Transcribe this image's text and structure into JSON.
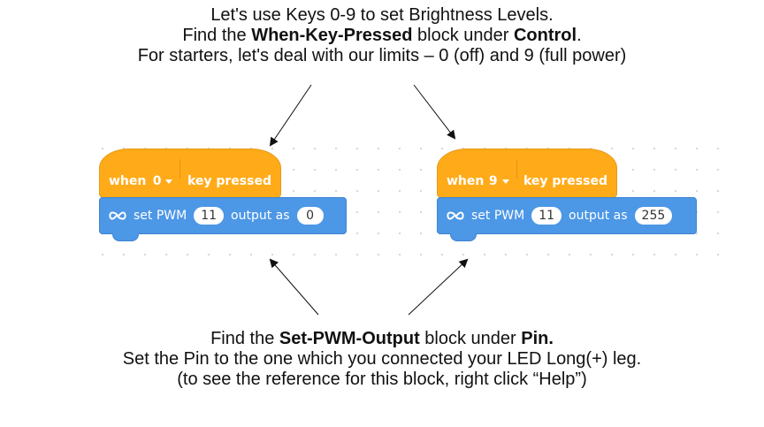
{
  "top_caption": {
    "line1": "Let's use Keys 0-9 to set Brightness Levels.",
    "line2_pre": "Find the ",
    "line2_bold1": "When-Key-Pressed",
    "line2_mid": " block under ",
    "line2_bold2": "Control",
    "line2_end": ".",
    "line3": "For starters, let's deal with our limits – 0 (off) and 9 (full power)"
  },
  "blocks": [
    {
      "when": "when",
      "key": "0",
      "key_pressed": "key pressed",
      "set_pwm": "set PWM",
      "pin": "11",
      "output_as": "output as",
      "value": "0"
    },
    {
      "when": "when",
      "key": "9",
      "key_pressed": "key pressed",
      "set_pwm": "set PWM",
      "pin": "11",
      "output_as": "output as",
      "value": "255"
    }
  ],
  "bottom_caption": {
    "line1_pre": "Find the ",
    "line1_bold1": "Set-PWM-Output",
    "line1_mid": " block under ",
    "line1_bold2": "Pin.",
    "line2": "Set the Pin to the one which you connected your LED Long(+) leg.",
    "line3": "(to see the reference for this block, right click “Help”)"
  },
  "colors": {
    "event_block": "#ffab19",
    "pin_block": "#4c97e6",
    "text": "#111111"
  },
  "icons": {
    "extension": "infinity-icon",
    "dropdown": "caret-down-icon"
  }
}
